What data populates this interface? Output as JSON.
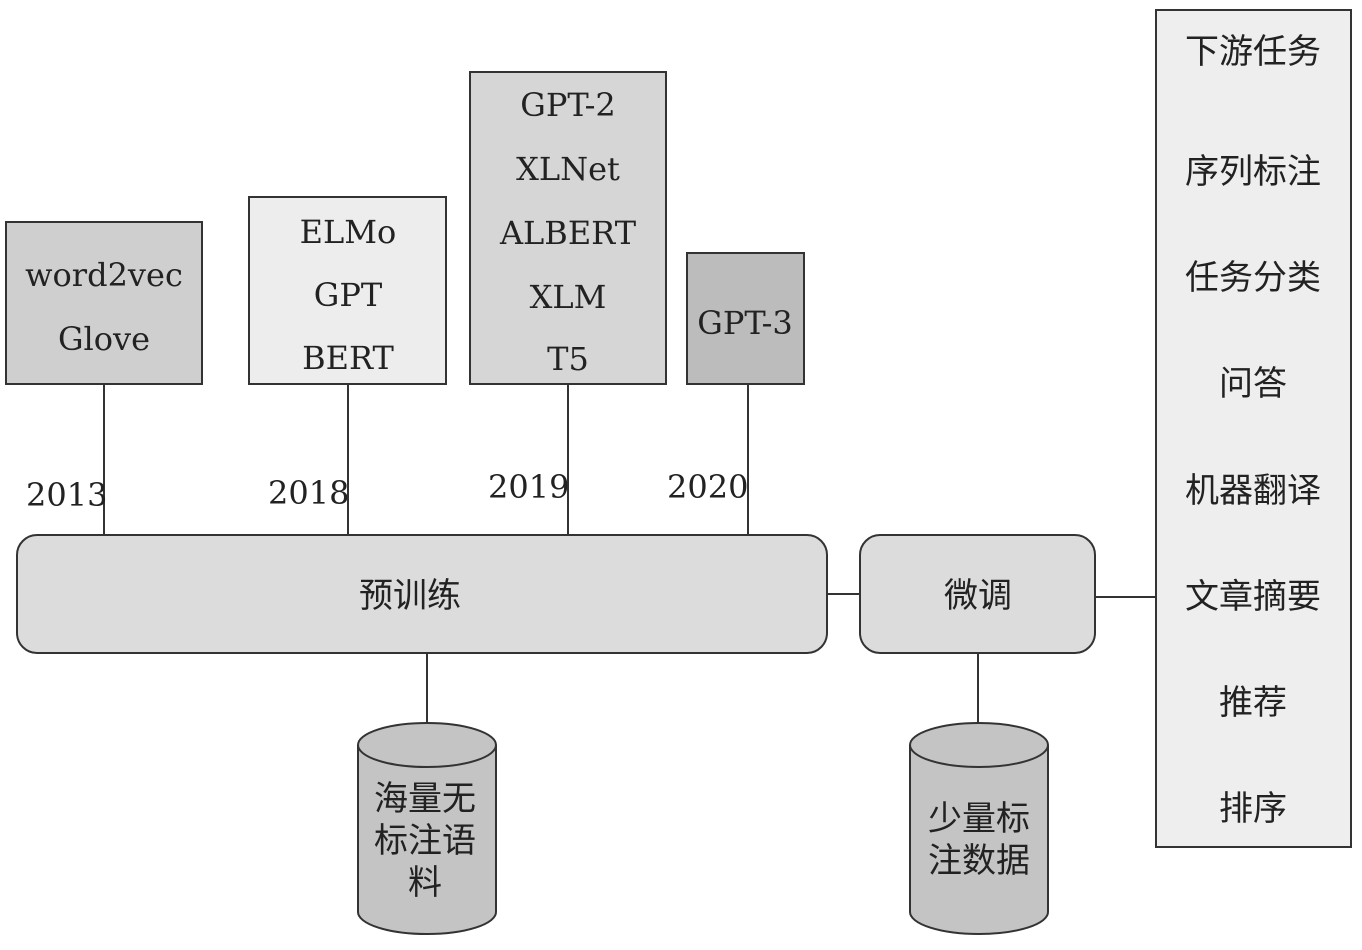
{
  "models": {
    "group_2013": {
      "year": "2013",
      "items": [
        "word2vec",
        "Glove"
      ],
      "fill": "#cfcfcf"
    },
    "group_2018": {
      "year": "2018",
      "items": [
        "ELMo",
        "GPT",
        "BERT"
      ],
      "fill": "#ededed"
    },
    "group_2019": {
      "year": "2019",
      "items": [
        "GPT-2",
        "XLNet",
        "ALBERT",
        "XLM",
        "T5"
      ],
      "fill": "#d6d6d6"
    },
    "group_2020": {
      "year": "2020",
      "items": [
        "GPT-3"
      ],
      "fill": "#bcbcbc"
    }
  },
  "stages": {
    "pretrain": "预训练",
    "finetune": "微调"
  },
  "data_sources": {
    "unlabeled_corpus": [
      "海量无",
      "标注语",
      "料"
    ],
    "labeled_data": [
      "少量标",
      "注数据"
    ]
  },
  "downstream": {
    "title": "下游任务",
    "tasks": [
      "序列标注",
      "任务分类",
      "问答",
      "机器翻译",
      "文章摘要",
      "推荐",
      "排序"
    ]
  },
  "colors": {
    "bar_fill": "#dcdcdc",
    "cylinder_fill": "#c4c4c4",
    "panel_fill": "#eeeeee",
    "stroke": "#333333"
  }
}
